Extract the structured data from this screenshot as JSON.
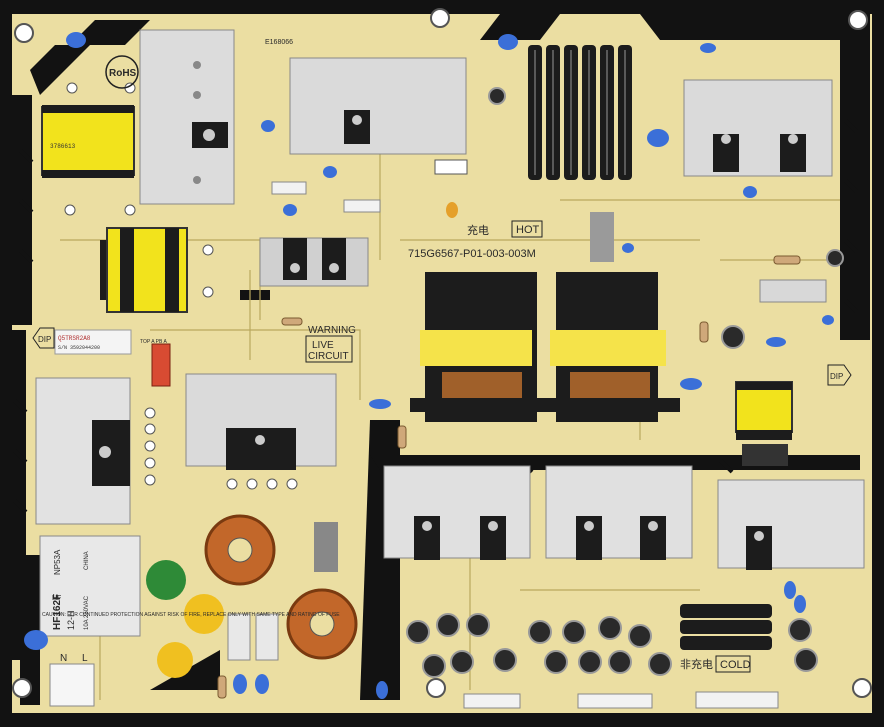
{
  "board": {
    "rohs": "RoHS",
    "ul_code": "E168066",
    "part_number": "715G6567-P01-003-003M",
    "charge_cn": "充电",
    "hot": "HOT",
    "warning": "WARNING",
    "live": "LIVE",
    "circuit": "CIRCUIT",
    "no_charge_cn": "非充电",
    "cold": "COLD",
    "dip": "DIP",
    "top_label": "TOP A PB A",
    "fuse_caution": "CAUTION: FOR CONTINUED PROTECTION AGAINST RISK OF FIRE, REPLACE ONLY WITH SAME TYPE AND RATING OF FUSE",
    "n_label": "N",
    "l_label": "L",
    "relay_brand": "HF",
    "relay_model": "HF162F",
    "relay_code": "12-H",
    "relay_sub": "NP53A",
    "relay_rating": "10A 250VAC",
    "relay_china": "CHINA"
  },
  "colors": {
    "pcb": "#e9dc9e",
    "copper_mask": "#111111",
    "heatsink": "#d9d9d9",
    "transformer_yellow": "#f2e31c",
    "capacitor_black": "#1c1c1c",
    "cap_blue": "#3b6fd8"
  }
}
